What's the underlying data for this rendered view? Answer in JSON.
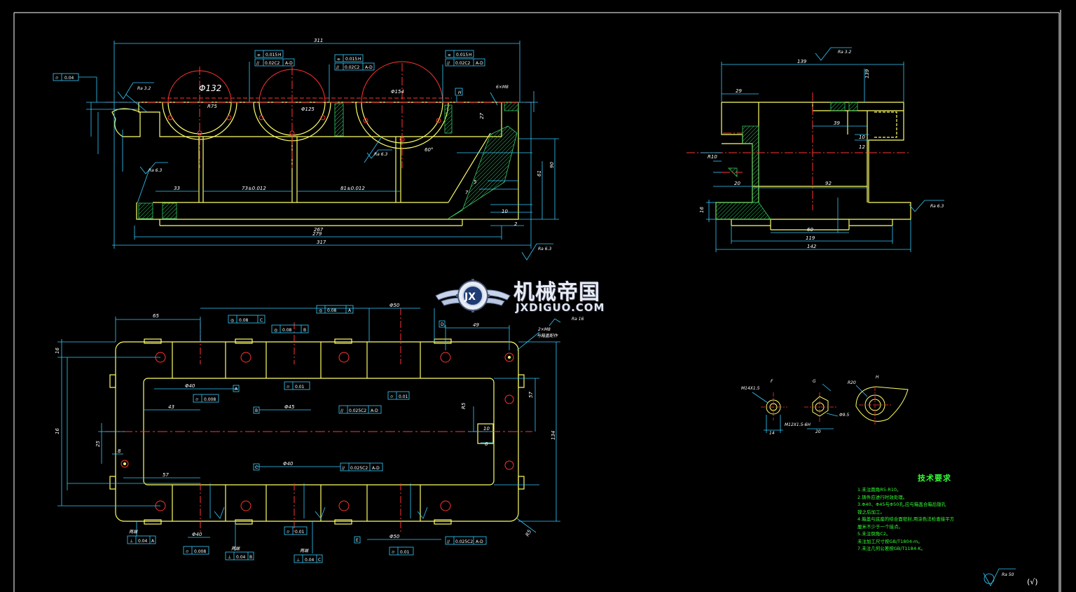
{
  "drawing": {
    "colors": {
      "background": "#000000",
      "outline": "#ffff66",
      "dimension": "#33ccff",
      "centerline": "#ff3333",
      "hatch": "#33cc66",
      "text": "#ffffff",
      "requirements": "#33ff33",
      "border": "#ffffff"
    },
    "front_view": {
      "dims": {
        "overall_top": "311",
        "overall_bottom": "317",
        "inner_bottom": "267",
        "base_span": "279",
        "d1": "33",
        "d2": "73±0.012",
        "d3": "81±0.012",
        "bore1": "Φ132",
        "r1": "R75",
        "bore2": "Φ125",
        "bore3": "Φ154",
        "h1": "90",
        "h2": "61",
        "h3": "27",
        "h4": "10",
        "h5": "5",
        "h6": "2",
        "h7": "7",
        "ang": "60°",
        "ra1": "Ra 3.2",
        "ra2": "Ra 6.3",
        "ra3": "Ra 6.3",
        "ra4": "Ra 6.3"
      },
      "frames": [
        {
          "sym": "⌭",
          "val": "0.04"
        },
        {
          "sym": "⌯",
          "val": "0.015",
          "ref": "H"
        },
        {
          "sym": "//",
          "val": "0.02C2",
          "ref": "A-D"
        },
        {
          "sym": "⌯",
          "val": "0.015",
          "ref": "H"
        },
        {
          "sym": "//",
          "val": "0.02C2",
          "ref": "A-D"
        },
        {
          "sym": "⌯",
          "val": "0.015",
          "ref": "H"
        },
        {
          "sym": "//",
          "val": "0.02C2",
          "ref": "A-D"
        }
      ],
      "datum": "H",
      "thread": "6×M8"
    },
    "side_view": {
      "dims": {
        "top": "139",
        "w1": "29",
        "w2": "39",
        "w3": "92",
        "w4": "20",
        "w5": "60",
        "w6": "119",
        "w7": "142",
        "h1": "10",
        "h2": "12",
        "h3": "16",
        "rad": "R10",
        "ra1": "Ra 3.2",
        "ra2": "Ra 6.3",
        "lead": "139"
      }
    },
    "top_view": {
      "dims": {
        "left": "65",
        "right": "49",
        "h1": "16",
        "h2": "16",
        "h3": "57",
        "h4": "134",
        "w1": "43",
        "w2": "57",
        "w3": "8",
        "w4": "25",
        "w5": "6",
        "d1": "Φ50",
        "d2": "Φ40",
        "d3": "Φ45",
        "d4": "Φ40",
        "d5": "Φ50",
        "d6": "Φ40",
        "r1": "R5",
        "r2": "R5",
        "r3": "10",
        "ra": "Ra 16"
      },
      "frames": [
        {
          "sym": "◎",
          "val": "0.08",
          "ref": "A"
        },
        {
          "sym": "◎",
          "val": "0.08",
          "ref": "C"
        },
        {
          "sym": "◎",
          "val": "0.08",
          "ref": "B"
        },
        {
          "sym": "⌭",
          "val": "0.008"
        },
        {
          "sym": "⌭",
          "val": "0.01"
        },
        {
          "sym": "//",
          "val": "0.025C2",
          "ref": "A-D"
        },
        {
          "sym": "⌭",
          "val": "0.01"
        },
        {
          "sym": "//",
          "val": "0.025C2",
          "ref": "A-D"
        },
        {
          "sym": "⊥",
          "val": "0.04",
          "ref": "A"
        },
        {
          "sym": "⌭",
          "val": "0.008"
        },
        {
          "sym": "⌭",
          "val": "0.01"
        },
        {
          "sym": "⊥",
          "val": "0.04",
          "ref": "B"
        },
        {
          "sym": "⊥",
          "val": "0.04",
          "ref": "C"
        },
        {
          "sym": "⌭",
          "val": "0.01"
        },
        {
          "sym": "//",
          "val": "0.025C2",
          "ref": "A-D"
        }
      ],
      "notes": {
        "n1": "2×M8",
        "n2": "与箱盖配作",
        "n3": "两端",
        "n4": "两端",
        "n5": "两端"
      },
      "datums": [
        "A",
        "B",
        "C",
        "D",
        "E"
      ]
    },
    "details": {
      "d1_label": "M14X1.5",
      "d1_ref": "F",
      "d2_label": "G",
      "d2_note": "M12X1.5-6H",
      "d2_dim": "20",
      "d3_label": "H",
      "d3_rad": "R20",
      "d3_note": "Φ9.5",
      "d4_label": "14"
    },
    "tech_requirements": {
      "title": "技术要求",
      "lines": [
        "1.未注圆角R5-R10。",
        "2.铸件应进行时效处理。",
        "3.Φ40、Φ45与Φ50孔,应与箱盖合箱后镗孔",
        "  镗之后加工。",
        "4.箱盖与底座的结合面密封,用涂色法检查接平方",
        "  厘米不少于一个接点。",
        "5.未注倒角C2。",
        "未注加工尺寸按GB/T1804-m。",
        "7.未注几何公差按GB/T1184-K。"
      ]
    },
    "roughness_note": {
      "ra": "Ra 50",
      "check": "(√)"
    },
    "watermark": {
      "cn": "机械帝国",
      "en": "JXDIGUO.COM",
      "logo_letters": "JX"
    }
  }
}
